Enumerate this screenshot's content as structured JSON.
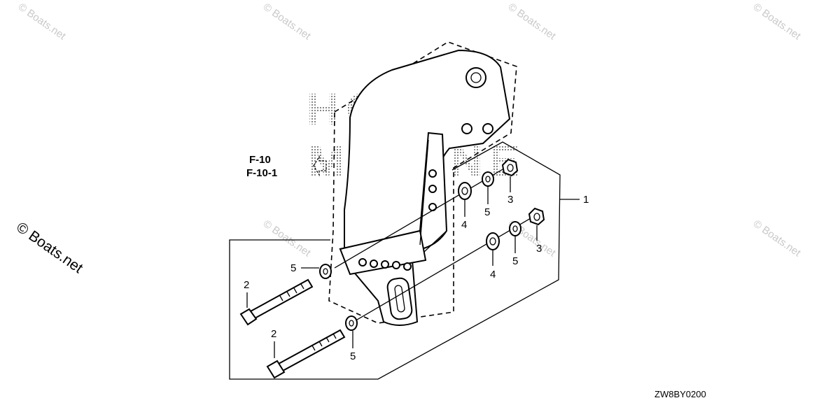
{
  "watermark": {
    "text": "© Boats.net"
  },
  "brand_background": {
    "line1": "HONDA",
    "line2": "MARINE"
  },
  "diagram": {
    "drawing_code": "ZW8BY0200",
    "reference_labels": [
      "F-10",
      "F-10-1"
    ],
    "callouts": {
      "c1": "1",
      "c2a": "2",
      "c2b": "2",
      "c3a": "3",
      "c3b": "3",
      "c4a": "4",
      "c4b": "4",
      "c5a": "5",
      "c5b": "5",
      "c5c": "5",
      "c5d": "5"
    }
  }
}
